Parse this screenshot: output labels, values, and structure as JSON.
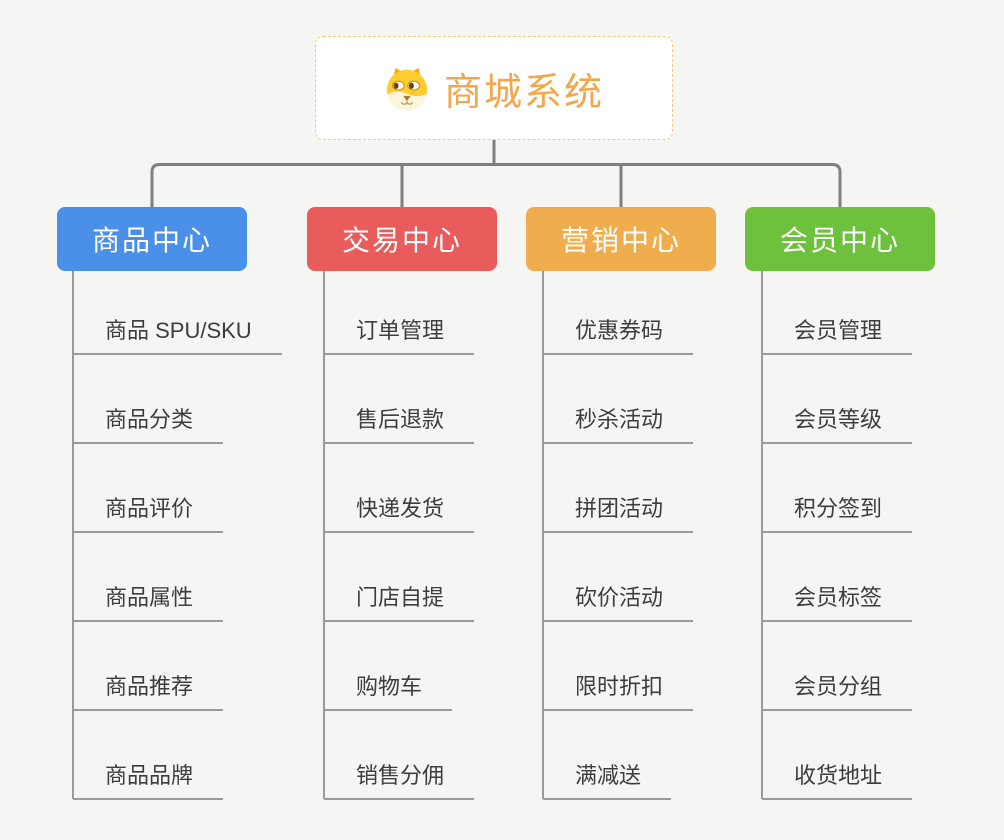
{
  "root": {
    "title": "商城系统",
    "title_color": "#f2a74b",
    "icon": "dog-face-icon",
    "border_color": "#f6c878"
  },
  "connector": {
    "main_line_color": "#7f7f7f",
    "leaf_line_color": "#9a9a9a"
  },
  "branches": [
    {
      "label": "商品中心",
      "color": "#4a8fe8",
      "items": [
        "商品 SPU/SKU",
        "商品分类",
        "商品评价",
        "商品属性",
        "商品推荐",
        "商品品牌"
      ]
    },
    {
      "label": "交易中心",
      "color": "#e85c5c",
      "items": [
        "订单管理",
        "售后退款",
        "快递发货",
        "门店自提",
        "购物车",
        "销售分佣"
      ]
    },
    {
      "label": "营销中心",
      "color": "#f0ad4e",
      "items": [
        "优惠券码",
        "秒杀活动",
        "拼团活动",
        "砍价活动",
        "限时折扣",
        "满减送"
      ]
    },
    {
      "label": "会员中心",
      "color": "#6ec13c",
      "items": [
        "会员管理",
        "会员等级",
        "积分签到",
        "会员标签",
        "会员分组",
        "收货地址"
      ]
    }
  ]
}
